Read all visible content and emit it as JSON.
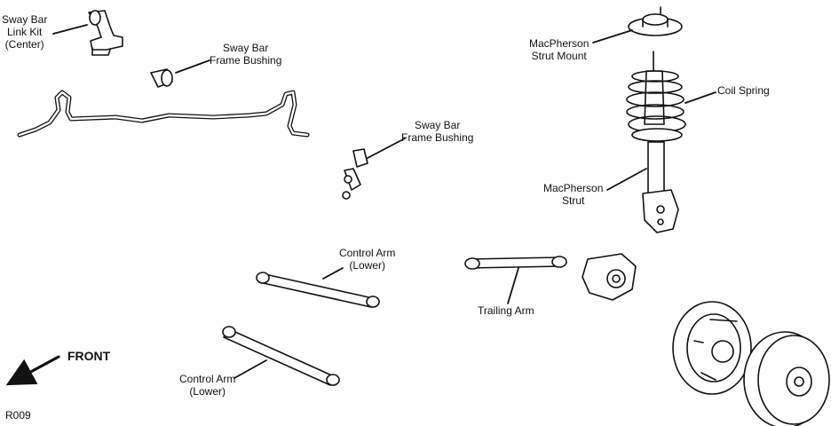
{
  "labels": {
    "sway_bar_link_kit": [
      "Sway Bar",
      "Link Kit",
      "(Center)"
    ],
    "sway_bar_frame_bushing_1": [
      "Sway Bar",
      "Frame Bushing"
    ],
    "sway_bar_frame_bushing_2": [
      "Sway Bar",
      "Frame Bushing"
    ],
    "macpherson_strut_mount": [
      "MacPherson",
      "Strut Mount"
    ],
    "coil_spring": [
      "Coil Spring"
    ],
    "macpherson_strut": [
      "MacPherson",
      "Strut"
    ],
    "control_arm_lower_1": [
      "Control Arm",
      "(Lower)"
    ],
    "control_arm_lower_2": [
      "Control Arm",
      "(Lower)"
    ],
    "trailing_arm": [
      "Trailing Arm"
    ]
  },
  "front": "FRONT",
  "figure_code": "R009"
}
